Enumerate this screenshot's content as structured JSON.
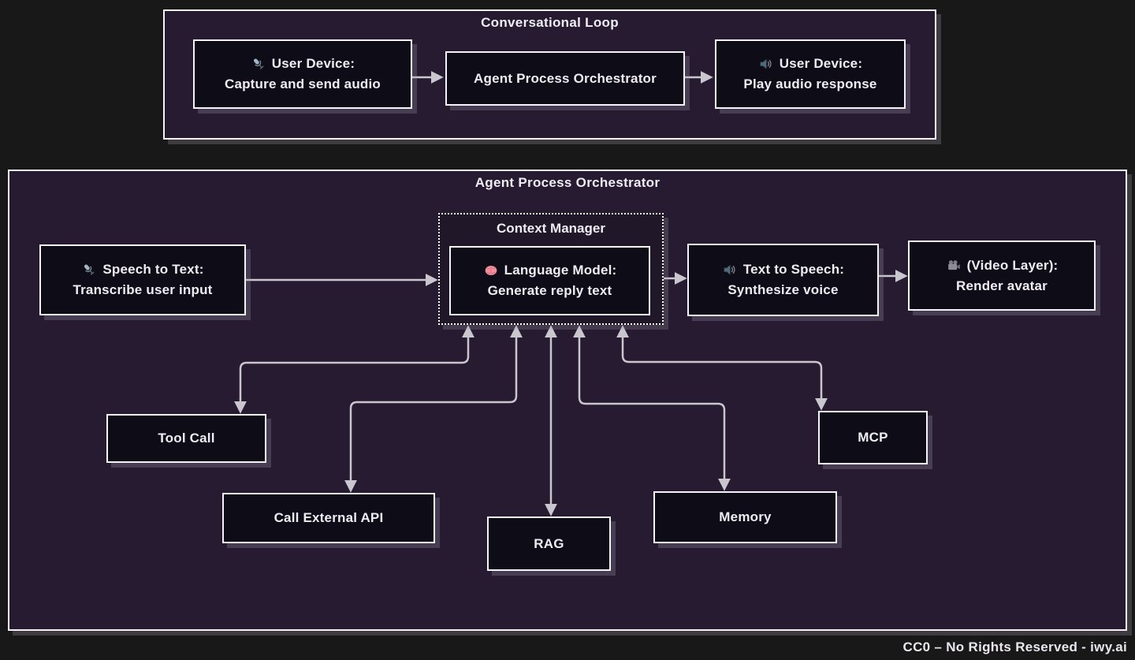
{
  "colors": {
    "page_background": "#181818",
    "container_fill": "#261b31",
    "node_fill": "#0e0c16",
    "border": "#f5f3f7",
    "arrow": "#c9c6ce",
    "text": "#efecf4",
    "brain_pink": "#f0909f"
  },
  "icons": {
    "microphone-icon": "🎤",
    "speaker-icon": "🔊",
    "brain-icon": "🧠",
    "camera-icon": "🎥"
  },
  "conversational_loop": {
    "title": "Conversational Loop",
    "capture": {
      "icon": "microphone-icon",
      "line1": "User Device:",
      "line2": "Capture and send audio"
    },
    "orchestrator": {
      "label": "Agent Process Orchestrator"
    },
    "play": {
      "icon": "speaker-icon",
      "line1": "User Device:",
      "line2": "Play audio response"
    }
  },
  "orchestrator": {
    "title": "Agent Process Orchestrator",
    "stt": {
      "icon": "microphone-icon",
      "line1": "Speech to Text:",
      "line2": "Transcribe user input"
    },
    "context_manager": {
      "title": "Context Manager"
    },
    "lm": {
      "icon": "brain-icon",
      "line1": "Language Model:",
      "line2": "Generate reply text"
    },
    "tts": {
      "icon": "speaker-icon",
      "line1": "Text to Speech:",
      "line2": "Synthesize voice"
    },
    "video": {
      "icon": "camera-icon",
      "line1": "(Video Layer):",
      "line2": "Render avatar"
    },
    "tool_call": {
      "label": "Tool Call"
    },
    "external_api": {
      "label": "Call External API"
    },
    "rag": {
      "label": "RAG"
    },
    "memory": {
      "label": "Memory"
    },
    "mcp": {
      "label": "MCP"
    }
  },
  "footer": {
    "attribution": "CC0 – No Rights Reserved - iwy.ai"
  }
}
